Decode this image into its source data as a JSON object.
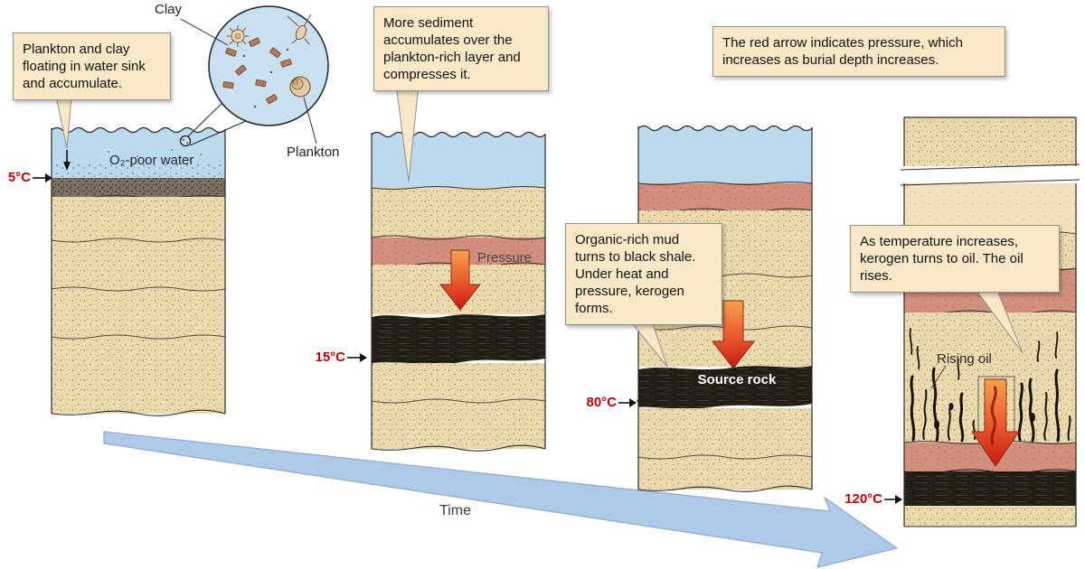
{
  "diagram": {
    "stages": [
      {
        "callout": "Plankton and clay floating in water sink and accumulate.",
        "temperature": "5°C"
      },
      {
        "callout": "More sediment accumulates over the plankton-rich layer and compresses it.",
        "temperature": "15°C"
      },
      {
        "callout": "Organic-rich mud turns to black shale. Under heat and pressure, kerogen forms.",
        "temperature": "80°C"
      },
      {
        "callout": "As temperature increases, kerogen turns to oil. The oil rises.",
        "temperature": "120°C"
      }
    ],
    "pressure_note": "The red arrow indicates pressure, which increases as burial depth increases.",
    "labels": {
      "clay": "Clay",
      "plankton": "Plankton",
      "o2_poor_water": "O₂-poor water",
      "pressure": "Pressure",
      "source_rock": "Source rock",
      "rising_oil": "Rising oil",
      "time": "Time"
    },
    "colors": {
      "callout_bg": "#F8E8C5",
      "sand": "#EADAAE",
      "mudstone_pink": "#D28F7E",
      "water_blue": "#BBDAEE",
      "black_shale": "#221E16",
      "temperature_red": "#C00000",
      "pressure_arrow_orange": "#E8562E",
      "time_arrow_blue": "#AFC9E9"
    }
  }
}
